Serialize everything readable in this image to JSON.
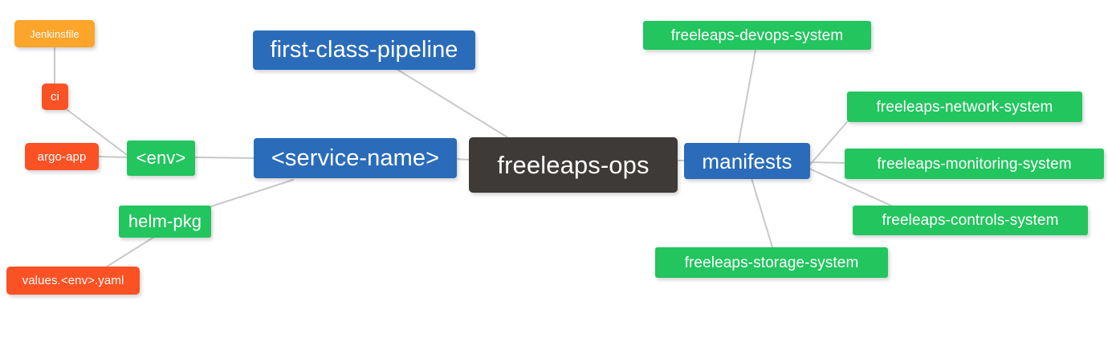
{
  "diagram": {
    "type": "mindmap",
    "title": "freeleaps-ops",
    "background": "#ffffff",
    "edge_color": "#c8c8c8",
    "palette": {
      "root": "#3e3a37",
      "blue": "#2a6cba",
      "green": "#22c55e",
      "orange": "#fba52b",
      "red": "#fa5224",
      "text": "#ffffff"
    }
  },
  "nodes": {
    "root": {
      "label": "freeleaps-ops",
      "color": "#3e3a37"
    },
    "first_class_pipeline": {
      "label": "first-class-pipeline",
      "color": "#2a6cba"
    },
    "service_name": {
      "label": "<service-name>",
      "color": "#2a6cba"
    },
    "manifests": {
      "label": "manifests",
      "color": "#2a6cba"
    },
    "env": {
      "label": "<env>",
      "color": "#22c55e"
    },
    "helm_pkg": {
      "label": "helm-pkg",
      "color": "#22c55e"
    },
    "jenkinsfile": {
      "label": "Jenkinsfile",
      "color": "#fba52b"
    },
    "ci": {
      "label": "ci",
      "color": "#fa5224"
    },
    "argo_app": {
      "label": "argo-app",
      "color": "#fa5224"
    },
    "values_yaml": {
      "label": "values.<env>.yaml",
      "color": "#fa5224"
    },
    "devops_system": {
      "label": "freeleaps-devops-system",
      "color": "#22c55e"
    },
    "network_system": {
      "label": "freeleaps-network-system",
      "color": "#22c55e"
    },
    "monitoring_system": {
      "label": "freeleaps-monitoring-system",
      "color": "#22c55e"
    },
    "controls_system": {
      "label": "freeleaps-controls-system",
      "color": "#22c55e"
    },
    "storage_system": {
      "label": "freeleaps-storage-system",
      "color": "#22c55e"
    }
  },
  "edges": [
    {
      "from": "root",
      "to": "first_class_pipeline"
    },
    {
      "from": "root",
      "to": "service_name"
    },
    {
      "from": "root",
      "to": "manifests"
    },
    {
      "from": "service_name",
      "to": "env"
    },
    {
      "from": "service_name",
      "to": "helm_pkg"
    },
    {
      "from": "env",
      "to": "ci"
    },
    {
      "from": "env",
      "to": "argo_app"
    },
    {
      "from": "ci",
      "to": "jenkinsfile"
    },
    {
      "from": "helm_pkg",
      "to": "values_yaml"
    },
    {
      "from": "manifests",
      "to": "devops_system"
    },
    {
      "from": "manifests",
      "to": "network_system"
    },
    {
      "from": "manifests",
      "to": "monitoring_system"
    },
    {
      "from": "manifests",
      "to": "controls_system"
    },
    {
      "from": "manifests",
      "to": "storage_system"
    }
  ]
}
